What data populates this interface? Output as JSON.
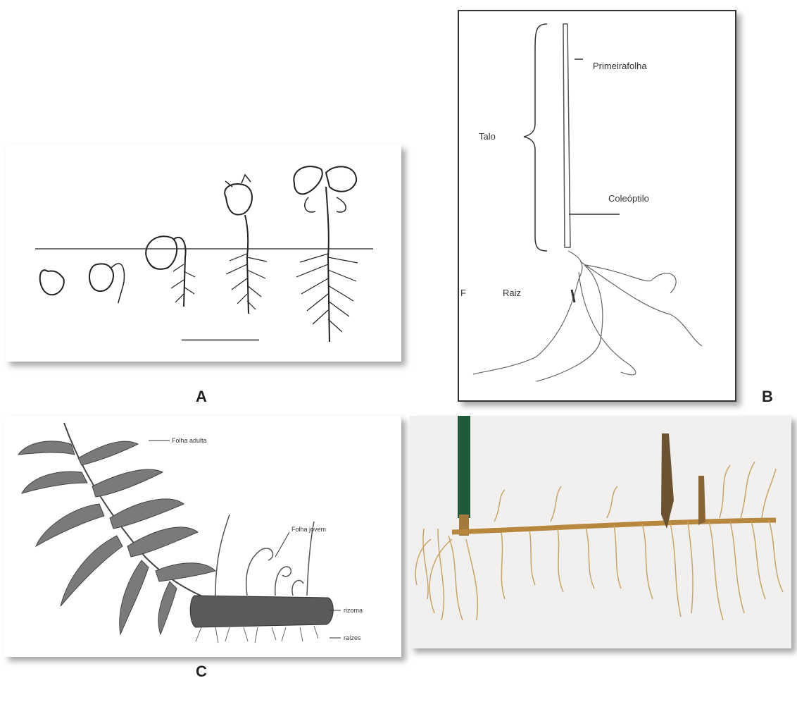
{
  "panel_labels": {
    "a": "A",
    "b": "B",
    "c": "C"
  },
  "panel_b": {
    "primeira_folha": "Primeirafolha",
    "talo": "Talo",
    "coleoptilo": "Coleóptilo",
    "raiz": "Raiz",
    "f_mark": "F"
  },
  "panel_c": {
    "folha_adulta": "Folha adulta",
    "folha_jovem": "Folha jovem",
    "rizoma": "rizoma",
    "raizes": "raízes"
  },
  "colors": {
    "ink": "#222222",
    "fern": "#555555",
    "root": "#c8a46a",
    "stem": "#1f5a3a",
    "bg_photo": "#f1f0ee"
  }
}
